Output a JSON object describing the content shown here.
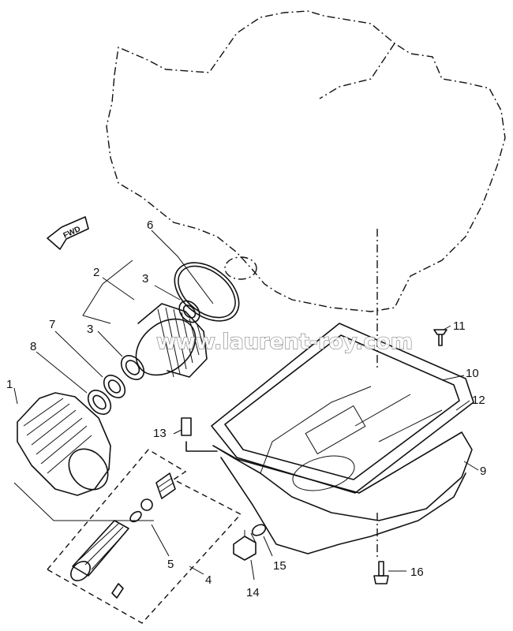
{
  "diagram": {
    "callouts": [
      "1",
      "2",
      "3",
      "3",
      "4",
      "5",
      "6",
      "7",
      "8",
      "9",
      "10",
      "11",
      "12",
      "13",
      "14",
      "15",
      "16"
    ],
    "direction_label": "FWD",
    "watermark": "www.laurent-roy.com"
  }
}
